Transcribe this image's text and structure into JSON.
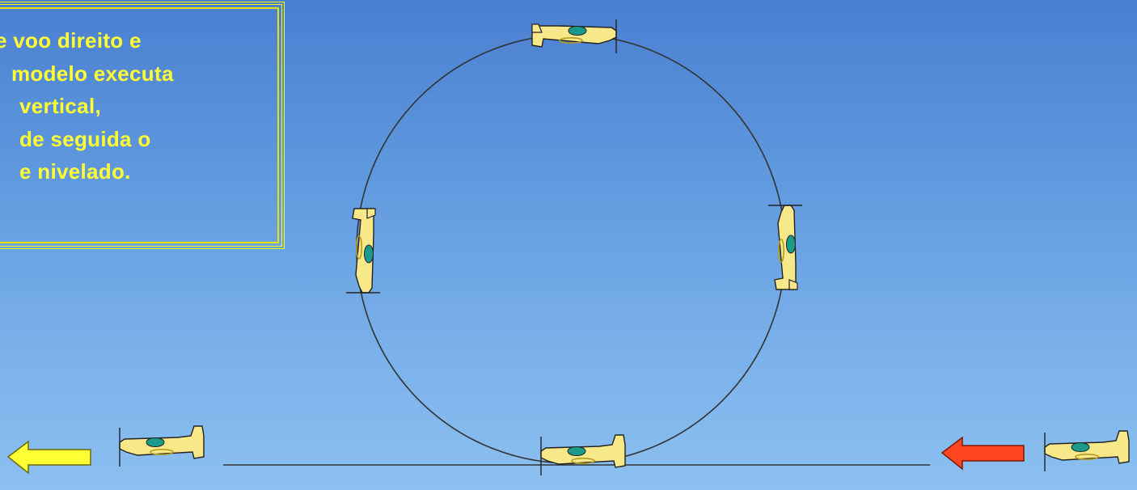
{
  "caption": {
    "lines": [
      "e voo direito e",
      "modelo executa",
      "vertical,",
      "de seguida o",
      "e nivelado."
    ]
  },
  "colors": {
    "sky_top": "#4a7fd0",
    "sky_bottom": "#8cc0f0",
    "caption_text": "#ffff33",
    "caption_border": "#ffff00",
    "plane_body": "#f7e98a",
    "plane_canopy": "#1a9a8a",
    "exit_arrow": "#ffff33",
    "entry_arrow": "#ff4420",
    "path_line": "#333333"
  },
  "diagram": {
    "maneuver": "loop",
    "planes": [
      {
        "id": "entry",
        "heading": "left"
      },
      {
        "id": "bottom",
        "heading": "left"
      },
      {
        "id": "right",
        "heading": "up"
      },
      {
        "id": "top",
        "heading": "right"
      },
      {
        "id": "left",
        "heading": "down"
      },
      {
        "id": "exit",
        "heading": "left"
      }
    ],
    "arrows": [
      {
        "id": "entry-arrow",
        "direction": "left",
        "color": "red"
      },
      {
        "id": "exit-arrow",
        "direction": "left",
        "color": "yellow"
      }
    ]
  }
}
